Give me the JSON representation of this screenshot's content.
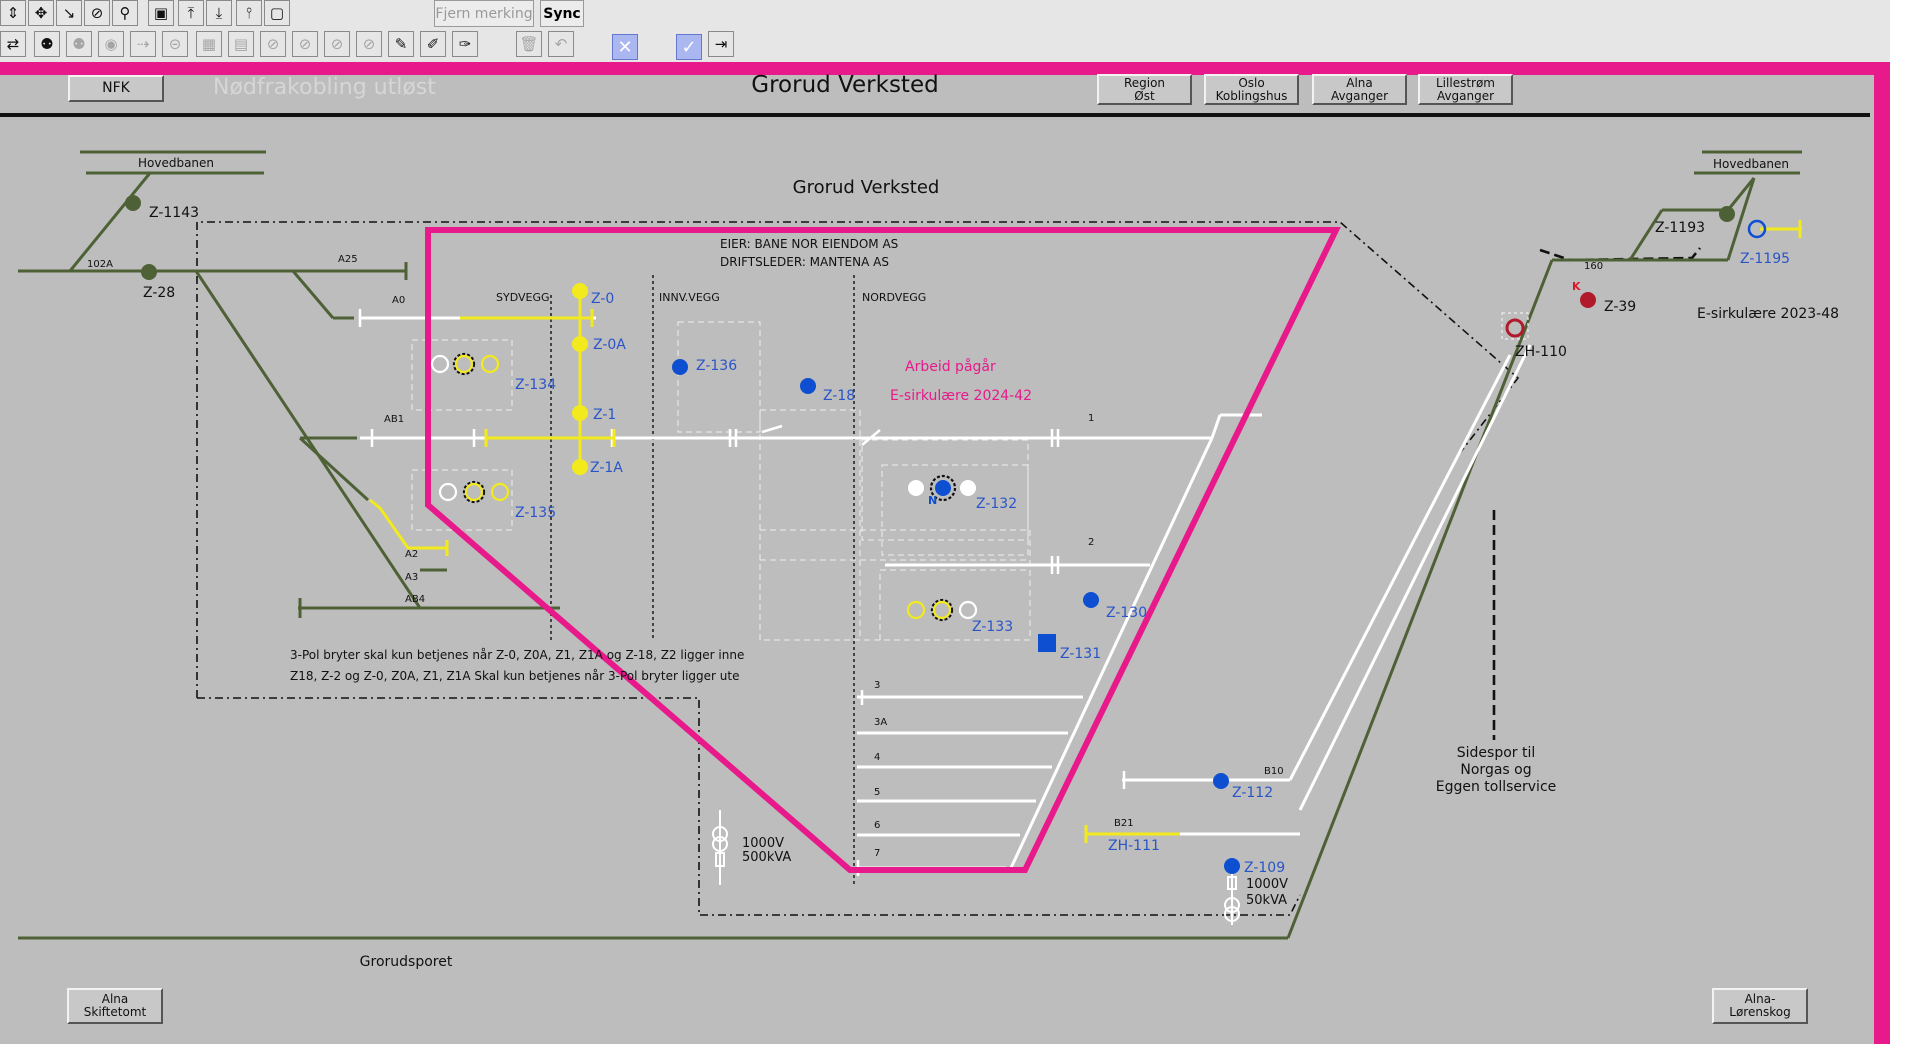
{
  "toolbar": {
    "fjern_merking": "Fjern merking",
    "sync": "Sync",
    "icons_row1": [
      "pan-vertical-icon",
      "move-icon",
      "diagonal-arrow-icon",
      "compass-icon",
      "zoom-icon",
      "frame-icon",
      "align-top-icon",
      "align-bottom-icon",
      "pin-icon",
      "window-icon"
    ],
    "icons_row2": [
      "swap-icon",
      "user-pin-icon",
      "disabled-user-icon",
      "eye-icon",
      "arrow-right-icon",
      "stop-icon",
      "grid-icon",
      "list-icon",
      "ban-icon",
      "ban-icon",
      "ban-icon",
      "ban-icon",
      "pencil-icon",
      "pencil-star-icon",
      "pencil-check-icon",
      "trash-icon",
      "undo-icon",
      "cross-toggle-icon",
      "check-toggle-icon",
      "exit-icon"
    ]
  },
  "header": {
    "nfk": "NFK",
    "alarm": "Nødfrakobling utløst",
    "title": "Grorud Verksted",
    "nav_buttons": [
      "Region\nØst",
      "Oslo\nKoblingshus",
      "Alna\nAvganger",
      "Lillestrøm\nAvganger"
    ]
  },
  "diagram": {
    "title": "Grorud Verksted",
    "owner": "EIER: BANE NOR EIENDOM AS",
    "operator": "DRIFTSLEDER: MANTENA AS",
    "work_notice": "Arbeid pågår",
    "circular_work": "E-sirkulære 2024-42",
    "circular_right": "E-sirkulære 2023-48",
    "note_line1": "3-Pol bryter skal kun betjenes når Z-0, Z0A, Z1, Z1A  og Z-18, Z2 ligger inne",
    "note_line2": "Z18, Z-2 og  Z-0, Z0A, Z1, Z1A  Skal kun betjenes når 3-Pol bryter ligger ute",
    "sections": [
      "SYDVEGG",
      "INNV.VEGG",
      "NORDVEGG"
    ],
    "hovedbanen": "Hovedbanen",
    "grorudsporet": "Grorudsporet",
    "sidespor": [
      "Sidespor til",
      "Norgas og",
      "Eggen tollservice"
    ],
    "transformer_left": [
      "1000V",
      "500kVA"
    ],
    "transformer_right": [
      "1000V",
      "50kVA"
    ],
    "track_labels": [
      "102A",
      "A25",
      "A0",
      "AB1",
      "A2",
      "A3",
      "AB4",
      "1",
      "2",
      "3",
      "3A",
      "4",
      "5",
      "6",
      "7",
      "B10",
      "B21",
      "160"
    ],
    "switches": [
      "Z-1143",
      "Z-28",
      "Z-0",
      "Z-0A",
      "Z-1",
      "Z-1A",
      "Z-134",
      "Z-135",
      "Z-136",
      "Z-18",
      "Z-132",
      "Z-133",
      "Z-130",
      "Z-131",
      "Z-112",
      "ZH-111",
      "Z-109",
      "Z-1193",
      "Z-1195",
      "Z-39",
      "ZH-110"
    ],
    "marker_k": "K",
    "marker_n": "N"
  },
  "footer": {
    "left_button": "Alna\nSkiftetomt",
    "right_button": "Alna-\nLørenskog"
  },
  "colors": {
    "frame": "#e8198b",
    "track": "#4e6136",
    "active": "#f2ea1d",
    "label_blue": "#2a55c8",
    "disconnector_blue": "#0d4fd0",
    "alarm_red": "#b11a2b"
  }
}
